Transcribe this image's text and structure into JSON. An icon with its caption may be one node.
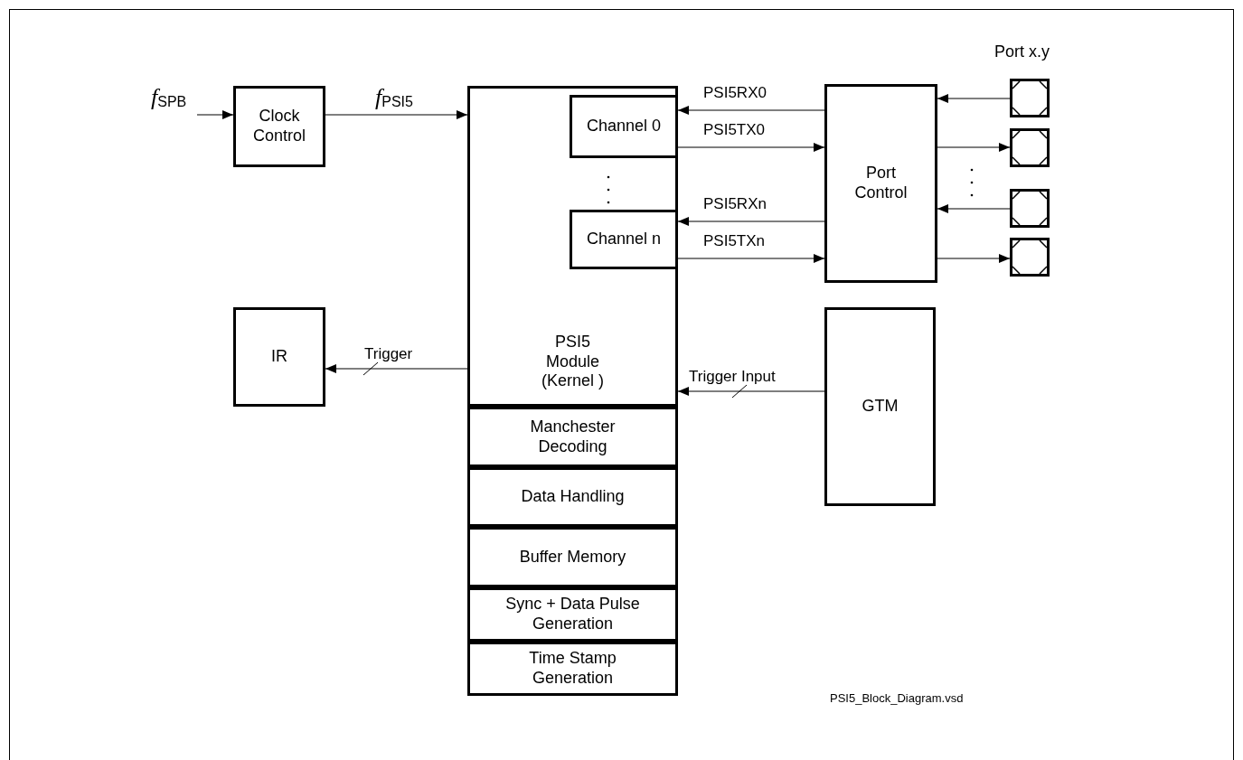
{
  "diagram": {
    "nodes": [
      {
        "text": [
          "Clock Control"
        ]
      },
      {
        "text": [
          "PSI5 Module (Kernel )"
        ]
      },
      {
        "text": [
          "Channel  0"
        ],
        "in": 1
      },
      {
        "text": [
          "Channel n"
        ],
        "in": 1
      },
      {
        "text": [
          "Manchester Decoding"
        ]
      },
      {
        "text": [
          "Data Handling"
        ]
      },
      {
        "text": [
          "Buffer Memory"
        ]
      },
      {
        "text": [
          "Sync + Data Pulse Generation"
        ]
      },
      {
        "text": [
          "Time Stamp Generation"
        ]
      },
      {
        "text": [
          "Port Control"
        ]
      },
      {
        "text": [
          "IR"
        ]
      },
      {
        "text": [
          "GTM"
        ]
      },
      {
        "text": [],
        "shape": "box"
      },
      {
        "text": [],
        "shape": "box"
      },
      {
        "text": [],
        "shape": "box"
      },
      {
        "text": [],
        "shape": "box"
      }
    ],
    "edges": [
      {
        "from": null,
        "to": 0,
        "arrow": "to",
        "label": "*f*$_{SPB}$"
      },
      {
        "from": 0,
        "to": 1,
        "arrow": "to",
        "label": "*f*$_{PSI5}$"
      },
      {
        "from": 9,
        "to": 2,
        "arrow": "to",
        "label": "PSI5RX0"
      },
      {
        "from": 2,
        "to": 9,
        "arrow": "to",
        "label": "PSI5TX0"
      },
      {
        "from": 9,
        "to": 3,
        "arrow": "to",
        "label": "PSI5RXn"
      },
      {
        "from": 3,
        "to": 9,
        "arrow": "to",
        "label": "PSI5TXn"
      },
      {
        "from": 12,
        "to": 9,
        "arrow": "to"
      },
      {
        "from": 9,
        "to": 13,
        "arrow": "to"
      },
      {
        "from": 14,
        "to": 9,
        "arrow": "to"
      },
      {
        "from": 9,
        "to": 15,
        "arrow": "to"
      },
      {
        "from": 1,
        "to": 10,
        "arrow": "to",
        "label": "Trigger"
      },
      {
        "from": 11,
        "to": 1,
        "arrow": "to",
        "label": "Trigger Input"
      }
    ],
    "labels": [
      "Port x.y",
      "PSI5_Block_Diagram.vsd"
    ]
  }
}
